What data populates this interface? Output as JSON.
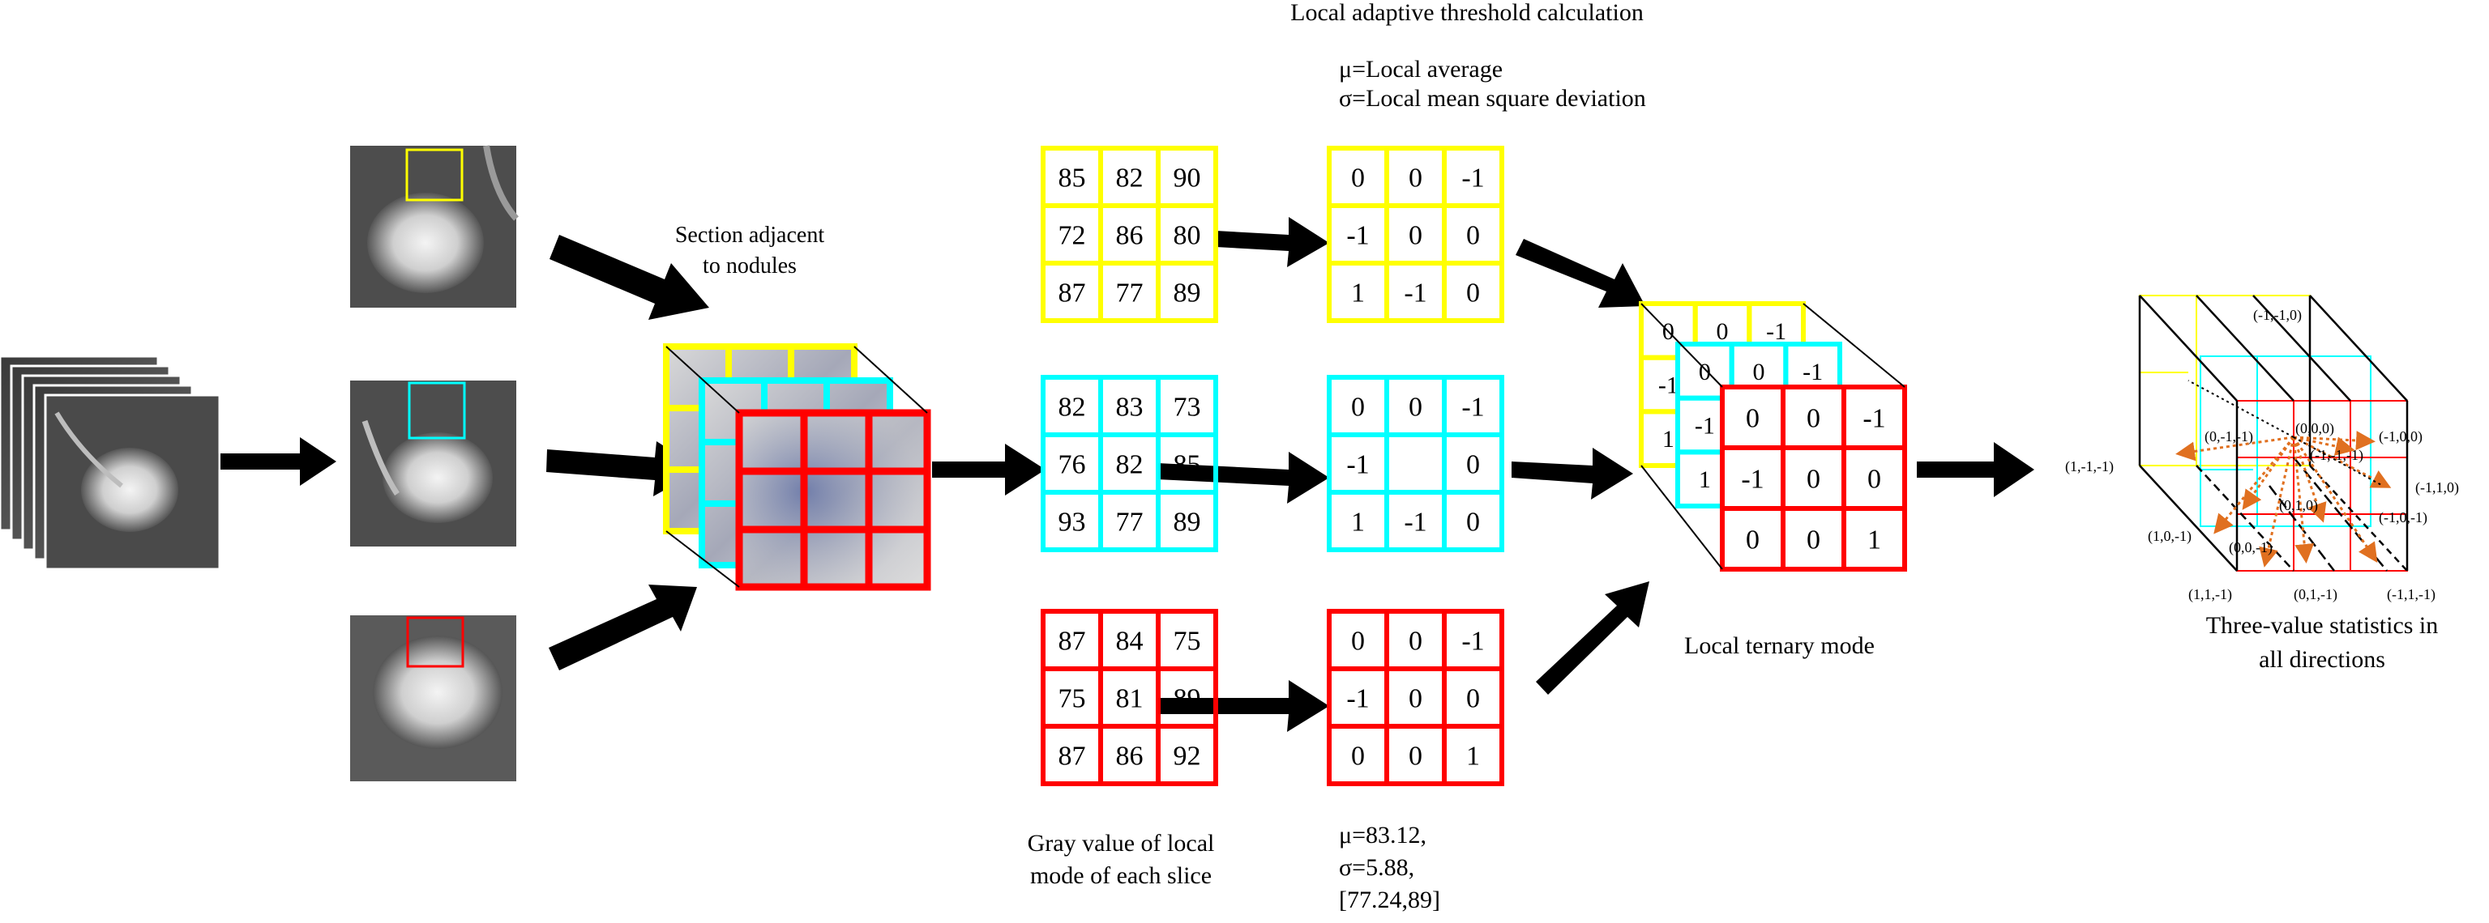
{
  "labels": {
    "threshold_title": "Local adaptive threshold calculation",
    "mu_def": "μ=Local average",
    "sigma_def": "σ=Local mean square deviation",
    "section_line1": "Section adjacent",
    "section_line2": "to nodules",
    "gray_line1": "Gray value of local",
    "gray_line2": "mode of each slice",
    "mu_val": "μ=83.12,",
    "sigma_val": "σ=5.88,",
    "range_val": "[77.24,89]",
    "ternary": "Local ternary mode",
    "stats_line1": "Three-value statistics in",
    "stats_line2": "all directions"
  },
  "colors": {
    "yellow": "#ffff00",
    "cyan": "#00ffff",
    "red": "#ff0000",
    "arrow": "#000000",
    "dotted": "#e07020"
  },
  "gray_grids": [
    {
      "color": "yellow",
      "cells": [
        "85",
        "82",
        "90",
        "72",
        "86",
        "80",
        "87",
        "77",
        "89"
      ]
    },
    {
      "color": "cyan",
      "cells": [
        "82",
        "83",
        "73",
        "76",
        "82",
        "85",
        "93",
        "77",
        "89"
      ]
    },
    {
      "color": "red",
      "cells": [
        "87",
        "84",
        "75",
        "75",
        "81",
        "89",
        "87",
        "86",
        "92"
      ]
    }
  ],
  "ternary_grids": [
    {
      "color": "yellow",
      "cells": [
        "0",
        "0",
        "-1",
        "-1",
        "0",
        "0",
        "1",
        "-1",
        "0"
      ]
    },
    {
      "color": "cyan",
      "cells": [
        "0",
        "0",
        "-1",
        "-1",
        "",
        "0",
        "1",
        "-1",
        "0"
      ]
    },
    {
      "color": "red",
      "cells": [
        "0",
        "0",
        "-1",
        "-1",
        "0",
        "0",
        "0",
        "0",
        "1"
      ]
    }
  ],
  "stacked_cube": {
    "yellow_partial": [
      "0",
      "0",
      "-1",
      "-1",
      "",
      "",
      "1",
      "",
      ""
    ],
    "cyan_partial": [
      "0",
      "0",
      "-1",
      "-1",
      "",
      "",
      "1",
      "",
      ""
    ],
    "red_front": [
      "0",
      "0",
      "-1",
      "-1",
      "0",
      "0",
      "0",
      "0",
      "1"
    ]
  },
  "direction_labels": [
    "(-1,-1,0)",
    "(0,-1,-1)",
    "(0,0,0)",
    "(-1,0,0)",
    "(-1,-1,-1)",
    "(1,-1,-1)",
    "(-1,1,0)",
    "(0,1,0)",
    "(1,0,-1)",
    "(-1,0,-1)",
    "(0,0,-1)",
    "(1,1,-1)",
    "(0,1,-1)",
    "(-1,1,-1)"
  ]
}
